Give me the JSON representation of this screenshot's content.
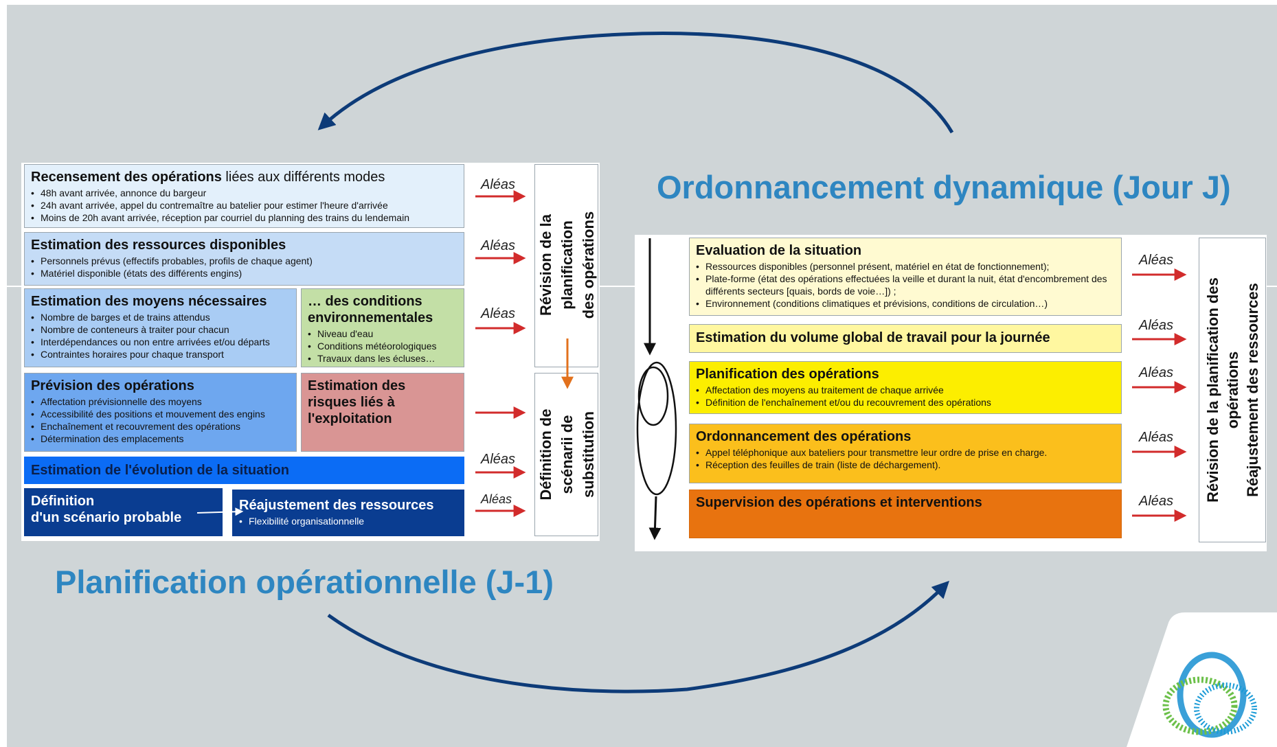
{
  "colors": {
    "background": "#cfd5d7",
    "title_blue": "#2e86c1",
    "arrow_navy": "#0d3b78",
    "alea_red": "#d22b2b",
    "box_light_blue": "#e3f0fb",
    "box_blue_1": "#c5dcf6",
    "box_blue_2": "#a9ccf4",
    "box_green": "#c3dfa6",
    "box_blue_3": "#6ea7ef",
    "box_red": "#d99594",
    "box_bright_blue": "#0b6cf5",
    "box_navy": "#0a3d91",
    "box_pale_yellow": "#fffad1",
    "box_light_yellow": "#fff7a0",
    "box_yellow": "#fcee00",
    "box_orange_1": "#fbbf1c",
    "box_orange_2": "#e8730f"
  },
  "left": {
    "title": "Planification opérationnelle (J-1)",
    "boxes": {
      "recensement": {
        "title_bold": "Recensement des opérations",
        "title_rest": " liées aux différents modes",
        "items": [
          "48h avant arrivée, annonce du bargeur",
          "24h avant arrivée, appel du contremaître au batelier pour estimer l'heure d'arrivée",
          "Moins de 20h avant arrivée, réception par courriel du planning des trains du lendemain"
        ]
      },
      "ressources": {
        "title": "Estimation des ressources disponibles",
        "items": [
          "Personnels prévus (effectifs probables, profils de chaque agent)",
          "Matériel disponible (états des différents engins)"
        ]
      },
      "moyens": {
        "title": "Estimation des moyens nécessaires",
        "items": [
          "Nombre de barges et de trains attendus",
          "Nombre de conteneurs à traiter pour chacun",
          "Interdépendances ou non entre arrivées et/ou départs",
          "Contraintes horaires pour chaque transport"
        ]
      },
      "conditions": {
        "title": "… des conditions environnementales",
        "items": [
          "Niveau d'eau",
          "Conditions météorologiques",
          "Travaux dans les écluses…"
        ]
      },
      "prevision": {
        "title": "Prévision des opérations",
        "items": [
          "Affectation prévisionnelle des moyens",
          "Accessibilité des positions et mouvement des engins",
          "Enchaînement et recouvrement des opérations",
          "Détermination des emplacements"
        ]
      },
      "risques": {
        "title": "Estimation des risques liés à l'exploitation"
      },
      "evolution": {
        "title": "Estimation de l'évolution de la situation"
      },
      "scenario": {
        "line1": "Définition",
        "line2": "d'un scénario probable"
      },
      "reajustement": {
        "title": "Réajustement des ressources",
        "items": [
          "Flexibilité organisationnelle"
        ]
      }
    },
    "side_top": [
      "Révision de la",
      "planification",
      "des opérations"
    ],
    "side_bottom": [
      "Définition de",
      "scénarii de",
      "substitution"
    ],
    "aleas": [
      "Aléas",
      "Aléas",
      "Aléas",
      "Aléas",
      "Aléas"
    ]
  },
  "right": {
    "title": "Ordonnancement dynamique (Jour J)",
    "boxes": {
      "evaluation": {
        "title": "Evaluation de la situation",
        "items": [
          "Ressources disponibles (personnel présent, matériel en état de fonctionnement);",
          "Plate-forme (état des opérations effectuées la veille et durant la nuit, état d'encombrement des différents secteurs [quais, bords de voie…]) ;",
          "Environnement (conditions climatiques et prévisions, conditions de circulation…)"
        ]
      },
      "volume": {
        "title": "Estimation du volume global de travail pour la journée"
      },
      "planification": {
        "title": "Planification des opérations",
        "items": [
          "Affectation des moyens au traitement de chaque arrivée",
          "Définition de l'enchaînement et/ou du recouvrement des opérations"
        ]
      },
      "ordonnancement": {
        "title": "Ordonnancement des opérations",
        "items": [
          "Appel téléphonique aux bateliers pour transmettre leur ordre de prise en charge.",
          "Réception des feuilles de train (liste de déchargement)."
        ]
      },
      "supervision": {
        "title": "Supervision des opérations et interventions"
      }
    },
    "side": [
      "Révision de la planification des",
      "opérations",
      "Réajustement des ressources"
    ],
    "aleas": [
      "Aléas",
      "Aléas",
      "Aléas",
      "Aléas",
      "Aléas"
    ]
  }
}
